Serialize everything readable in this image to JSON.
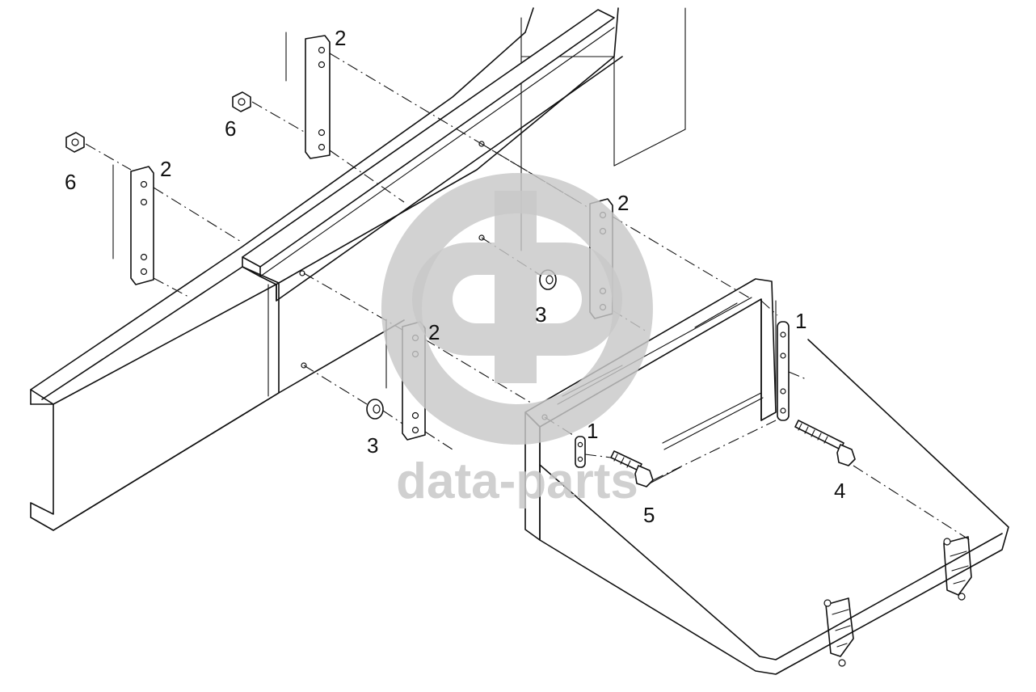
{
  "diagram": {
    "callouts": [
      {
        "id": "c2a",
        "label": "2"
      },
      {
        "id": "c6a",
        "label": "6"
      },
      {
        "id": "c6b",
        "label": "6"
      },
      {
        "id": "c2b",
        "label": "2"
      },
      {
        "id": "c2c",
        "label": "2"
      },
      {
        "id": "c3a",
        "label": "3"
      },
      {
        "id": "c2d",
        "label": "2"
      },
      {
        "id": "c1a",
        "label": "1"
      },
      {
        "id": "c3b",
        "label": "3"
      },
      {
        "id": "c1b",
        "label": "1"
      },
      {
        "id": "c4",
        "label": "4"
      },
      {
        "id": "c5",
        "label": "5"
      }
    ]
  },
  "watermark": {
    "text": "data-parts"
  }
}
